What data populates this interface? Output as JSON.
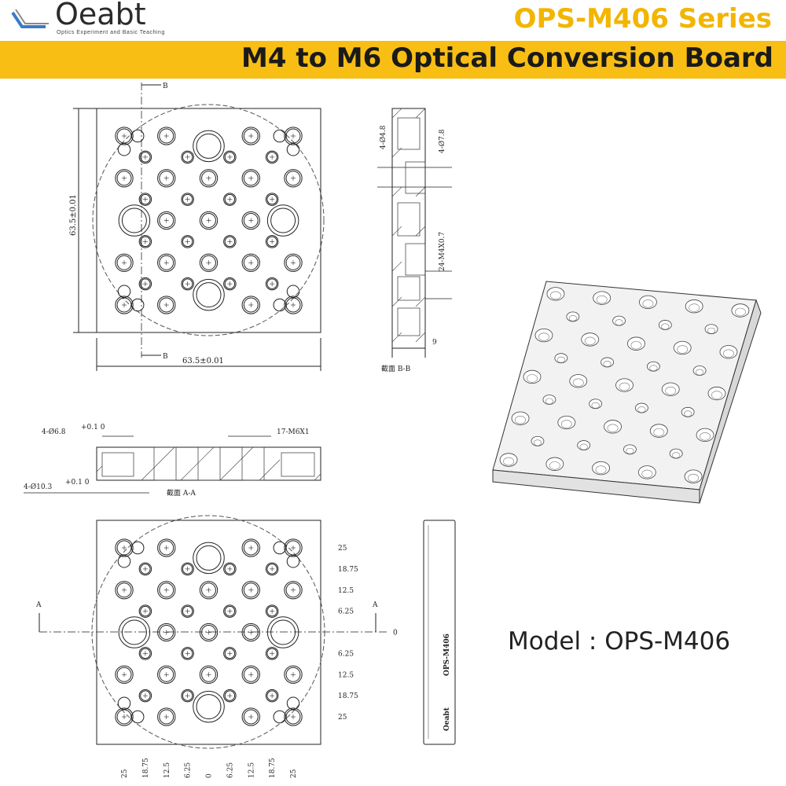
{
  "brand": {
    "name": "Oeabt",
    "tagline": "Optics Experiment and Basic Teaching"
  },
  "header": {
    "series": "OPS-M406 Series",
    "title": "M4 to M6 Optical Conversion Board"
  },
  "model": "Model : OPS-M406",
  "colors": {
    "accent": "#f9be14",
    "series_text": "#f2b500"
  },
  "drawing": {
    "section_label_b": "B",
    "section_label_a": "A",
    "width_dim": "63.5±0.01",
    "height_dim": "63.5±0.01",
    "side_hole_dim_1": "4-Ø4.8",
    "side_hole_dim_2": "4-Ø7.8",
    "thread_dim": "24-M4X0.7",
    "thickness_dim": "9",
    "section_bb": "截面  B-B",
    "section_aa": "截面  A-A",
    "aa_cbore_small": "4-Ø6.8",
    "aa_tol_small": "+0.1 0",
    "aa_thread": "17-M6X1",
    "aa_cbore_large": "4-Ø10.3",
    "aa_tol_large": "+0.1 0",
    "grid_labels_right": [
      "25",
      "18.75",
      "12.5",
      "6.25",
      "0",
      "6.25",
      "12.5",
      "18.75",
      "25"
    ],
    "grid_labels_bottom": [
      "25",
      "18.75",
      "12.5",
      "6.25",
      "0",
      "6.25",
      "12.5",
      "18.75",
      "25"
    ],
    "engraving_model": "OPS-M406",
    "engraving_brand": "Oeabt"
  }
}
